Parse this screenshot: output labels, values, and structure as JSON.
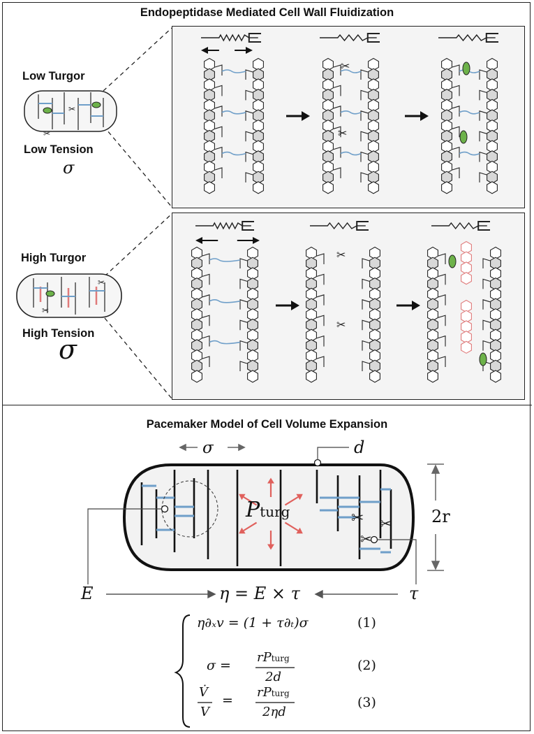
{
  "fluid": {
    "title": "Endopeptidase Mediated Cell Wall Fluidization",
    "low_turgor": "Low Turgor",
    "low_tension": "Low Tension",
    "high_turgor": "High Turgor",
    "high_tension": "High Tension",
    "sigma": "σ"
  },
  "pacemaker": {
    "title": "Pacemaker Model of Cell Volume Expansion",
    "sigma": "σ",
    "d": "d",
    "two_r": "2r",
    "E": "E",
    "tau": "τ",
    "P": "P",
    "P_sub": "turg",
    "eta_eq": "η = E × τ",
    "eq1": "η∂ₓv = (1 + τ∂ₜ)σ",
    "eq1_num": "(1)",
    "eq2_lhs": "σ =",
    "eq2_num_text": "rP",
    "eq2_den": "2d",
    "eq2_num": "(2)",
    "eq3_lhs_num": "V̇",
    "eq3_lhs_den": "V",
    "eq3_rhs_num": "rP",
    "eq3_rhs_den": "2ηd",
    "eq3_num": "(3)",
    "turg": "turg"
  },
  "colors": {
    "crosslink": "#6f9fc9",
    "new_material": "#e07a7a",
    "enzyme": "#6db24a",
    "arrow_red": "#e0605c",
    "panel_bg": "#f4f4f4"
  }
}
